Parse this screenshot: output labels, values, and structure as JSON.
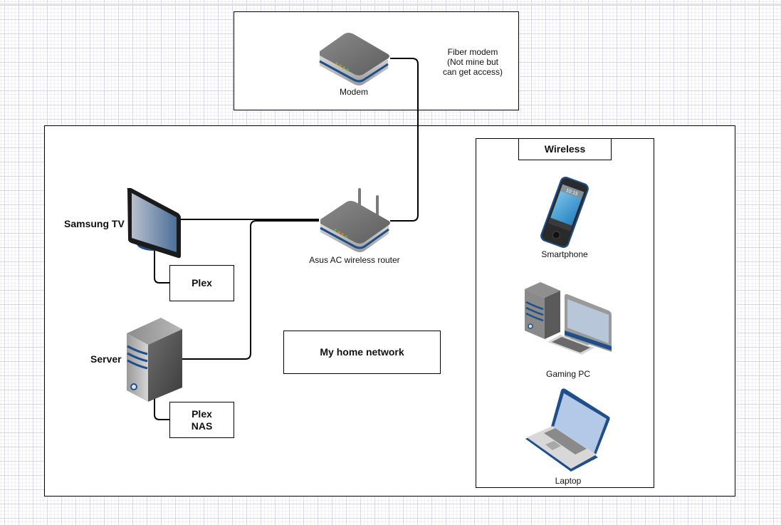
{
  "diagram": {
    "title": "My home network",
    "containers": {
      "isp": {
        "note": "Fiber modem\n(Not mine but\ncan get access)"
      },
      "home": {
        "label": "My home network"
      },
      "wireless": {
        "label": "Wireless"
      }
    },
    "nodes": {
      "modem": {
        "label": "Modem",
        "icon": "modem-icon"
      },
      "router": {
        "label": "Asus AC wireless router",
        "icon": "router-icon"
      },
      "tv": {
        "label": "Samsung TV",
        "icon": "tv-icon"
      },
      "tv_plex": {
        "label": "Plex"
      },
      "server": {
        "label": "Server",
        "icon": "server-icon"
      },
      "server_plex": {
        "line1": "Plex",
        "line2": "NAS"
      },
      "smartphone": {
        "label": "Smartphone",
        "icon": "smartphone-icon",
        "screen_time": "10:15"
      },
      "gaming_pc": {
        "label": "Gaming PC",
        "icon": "desktop-pc-icon"
      },
      "laptop": {
        "label": "Laptop",
        "icon": "laptop-icon"
      }
    },
    "connections": [
      {
        "from": "Modem",
        "to": "Asus AC wireless router"
      },
      {
        "from": "Asus AC wireless router",
        "to": "Samsung TV"
      },
      {
        "from": "Asus AC wireless router",
        "to": "Server"
      },
      {
        "from": "Samsung TV",
        "to": "Plex"
      },
      {
        "from": "Server",
        "to": "Plex NAS"
      }
    ],
    "colors": {
      "device_accent": "#1f4f8a",
      "wire": "#000000",
      "grid": "#c8c3e1"
    }
  }
}
